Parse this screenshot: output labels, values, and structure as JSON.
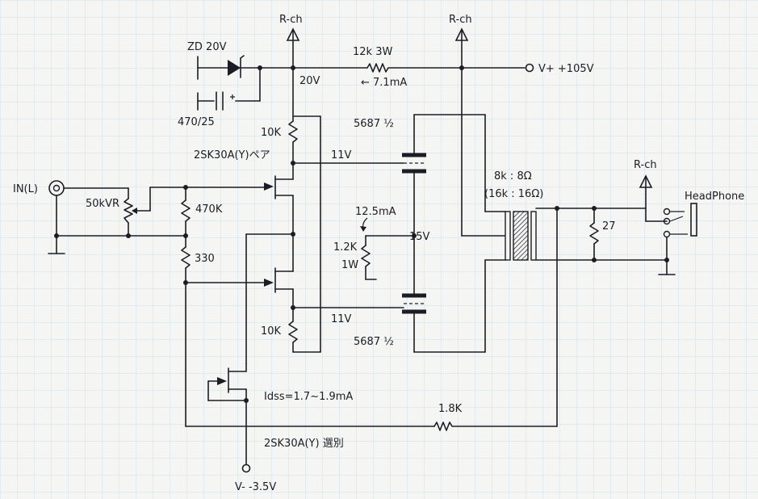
{
  "grid": {
    "color": "#cfe0ec",
    "paper": "#f5f6f3",
    "ink": "#1c1c24"
  },
  "labels": {
    "rch_top1": "R-ch",
    "rch_top2": "R-ch",
    "rch_hp": "R-ch",
    "zener": "ZD 20V",
    "cap": "470/25",
    "res_12k": "12k 3W",
    "v_plus": "V+ +105V",
    "node_20v": "20V",
    "current_71ma": "← 7.1mA",
    "tube_top": "5687 ½",
    "tube_bottom": "5687 ½",
    "res_10k_top": "10K",
    "res_10k_bottom": "10K",
    "fet_pair": "2SK30A(Y)ペア",
    "v11_top": "11V",
    "v11_bottom": "11V",
    "in_l": "IN(L)",
    "pot": "50kVR",
    "res_470k": "470K",
    "res_330": "330",
    "current_125ma": "12.5mA",
    "v15": "15V",
    "res_12k_1w_a": "1.2K",
    "res_12k_1w_b": "1W",
    "transformer_a": "8k : 8Ω",
    "transformer_b": "(16k : 16Ω)",
    "res_27": "27",
    "headphone": "HeadPhone",
    "idss": "Idss=1.7~1.9mA",
    "res_18k": "1.8K",
    "fet_select": "2SK30A(Y) 選別",
    "v_minus": "V- -3.5V"
  }
}
